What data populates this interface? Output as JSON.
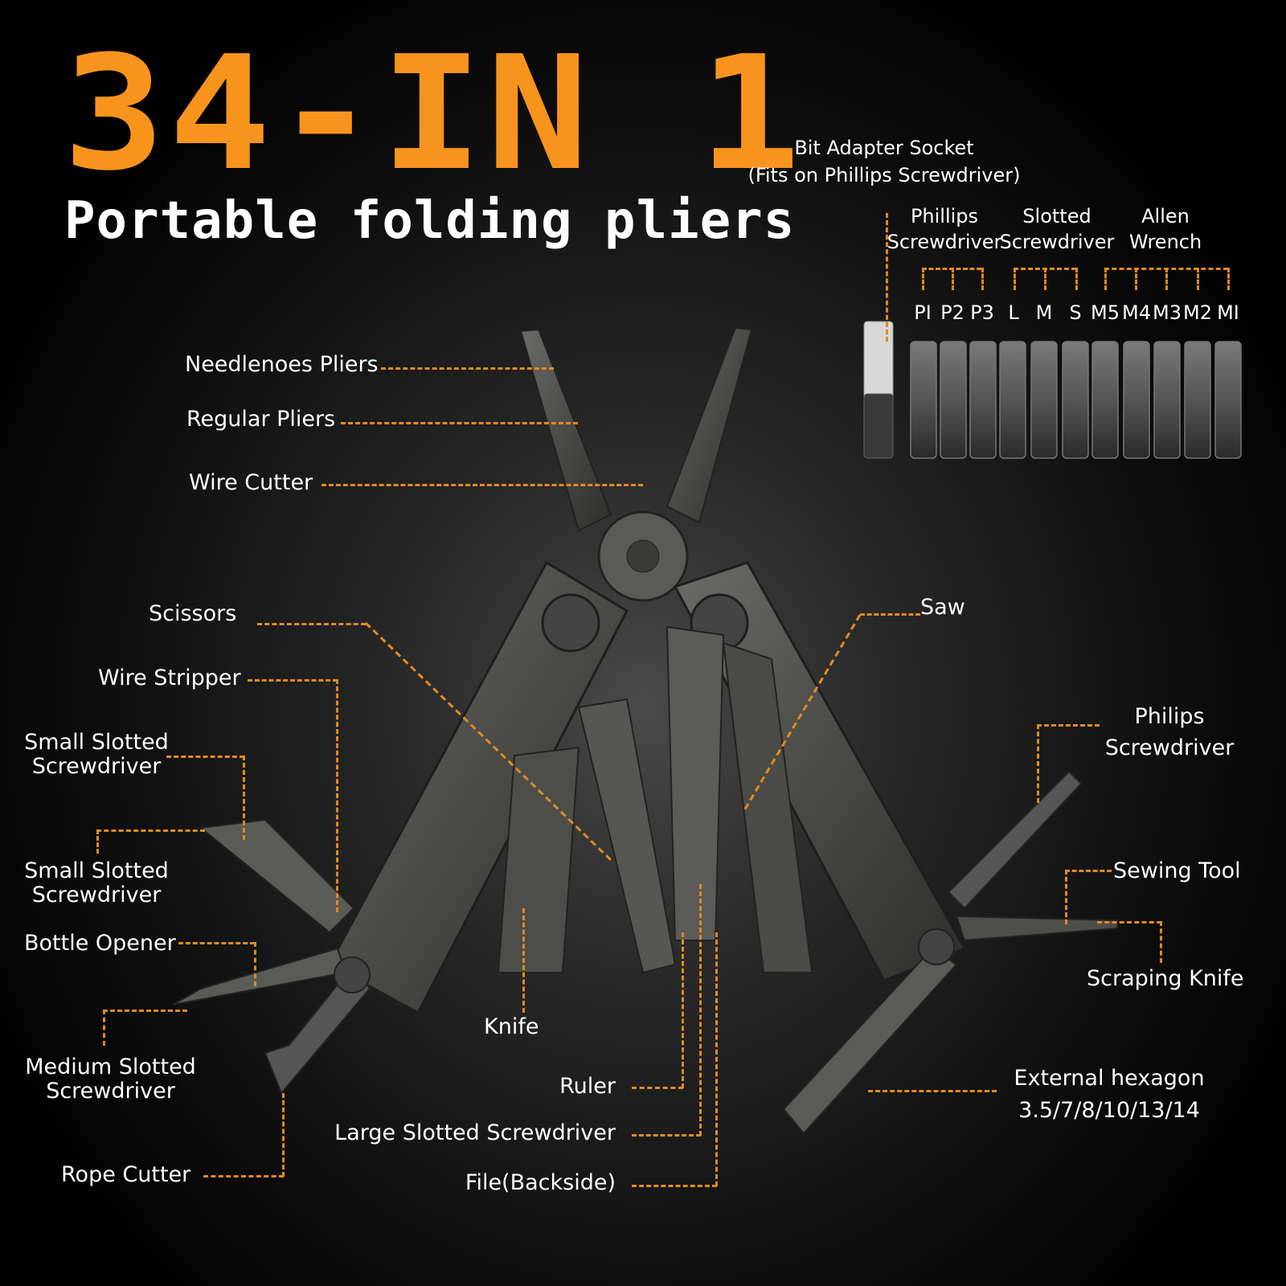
{
  "headline": "34-IN 1",
  "subtitle": "Portable folding pliers",
  "colors": {
    "accent": "#f7941d",
    "leader": "#e08a20",
    "background": "#000000",
    "text": "#ffffff"
  },
  "bits": {
    "adapter_title": "Bit Adapter Socket",
    "adapter_note": "(Fits on Phillips Screwdriver)",
    "groups": [
      {
        "title_line1": "Phillips",
        "title_line2": "Screwdriver",
        "items": [
          "PI",
          "P2",
          "P3"
        ]
      },
      {
        "title_line1": "Slotted",
        "title_line2": "Screwdriver",
        "items": [
          "L",
          "M",
          "S"
        ]
      },
      {
        "title_line1": "Allen",
        "title_line2": "Wrench",
        "items": [
          "M5",
          "M4",
          "M3",
          "M2",
          "MI"
        ]
      }
    ]
  },
  "labels": {
    "needlenose": "Needlenoes Pliers",
    "regular": "Regular Pliers",
    "wire_cutter": "Wire Cutter",
    "scissors": "Scissors",
    "wire_stripper": "Wire Stripper",
    "small_slotted_1": [
      "Small Slotted",
      "Screwdriver"
    ],
    "small_slotted_2": [
      "Small Slotted",
      "Screwdriver"
    ],
    "bottle_opener": "Bottle Opener",
    "medium_slotted": [
      "Medium Slotted",
      "Screwdriver"
    ],
    "rope_cutter": "Rope Cutter",
    "knife": "Knife",
    "ruler": "Ruler",
    "large_slotted": "Large Slotted Screwdriver",
    "file": "File(Backside)",
    "saw": "Saw",
    "philips": [
      "Philips",
      "Screwdriver"
    ],
    "sewing": "Sewing Tool",
    "scraping": "Scraping Knife",
    "hexagon": [
      "External hexagon",
      "3.5/7/8/10/13/14"
    ]
  }
}
